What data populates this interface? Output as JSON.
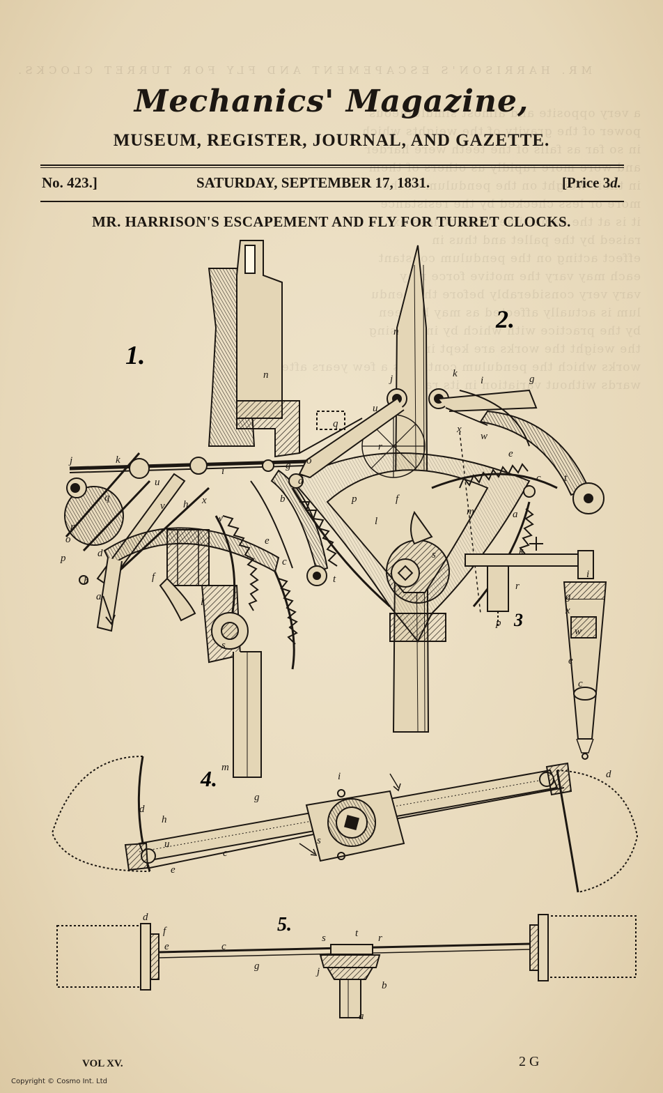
{
  "masthead": {
    "title": "Mechanics' Magazine,",
    "subtitle": "MUSEUM, REGISTER, JOURNAL, AND GAZETTE."
  },
  "dateline": {
    "issue": "No. 423.]",
    "date": "SATURDAY, SEPTEMBER 17, 1831.",
    "price": "[Price 3d."
  },
  "article": {
    "title": "MR. HARRISON'S ESCAPEMENT AND FLY FOR TURRET CLOCKS."
  },
  "figures": {
    "fig1": {
      "number": "1.",
      "labels": [
        "j",
        "k",
        "n",
        "q",
        "r",
        "o",
        "p",
        "u",
        "v",
        "h",
        "x",
        "i",
        "g",
        "w",
        "b",
        "d",
        "f",
        "a",
        "l",
        "s",
        "e",
        "c",
        "t",
        "m"
      ]
    },
    "fig2": {
      "number": "2.",
      "labels": [
        "n",
        "j",
        "k",
        "i",
        "g",
        "u",
        "r",
        "q",
        "o",
        "d",
        "b",
        "p",
        "f",
        "x",
        "w",
        "e",
        "c",
        "t",
        "l",
        "m",
        "a",
        "s"
      ]
    },
    "fig3": {
      "number": "3",
      "labels": [
        "k",
        "i",
        "g",
        "r",
        "p",
        "x",
        "w",
        "e",
        "c"
      ]
    },
    "fig4": {
      "number": "4.",
      "labels": [
        "d",
        "h",
        "u",
        "g",
        "c",
        "i",
        "s",
        "e",
        "d"
      ]
    },
    "fig5": {
      "number": "5.",
      "labels": [
        "d",
        "f",
        "e",
        "c",
        "g",
        "s",
        "t",
        "r",
        "j",
        "b",
        "a"
      ]
    }
  },
  "footer": {
    "volume": "VOL XV.",
    "signature": "2 G"
  },
  "copyright": "Copyright © Cosmo Int. Ltd"
}
